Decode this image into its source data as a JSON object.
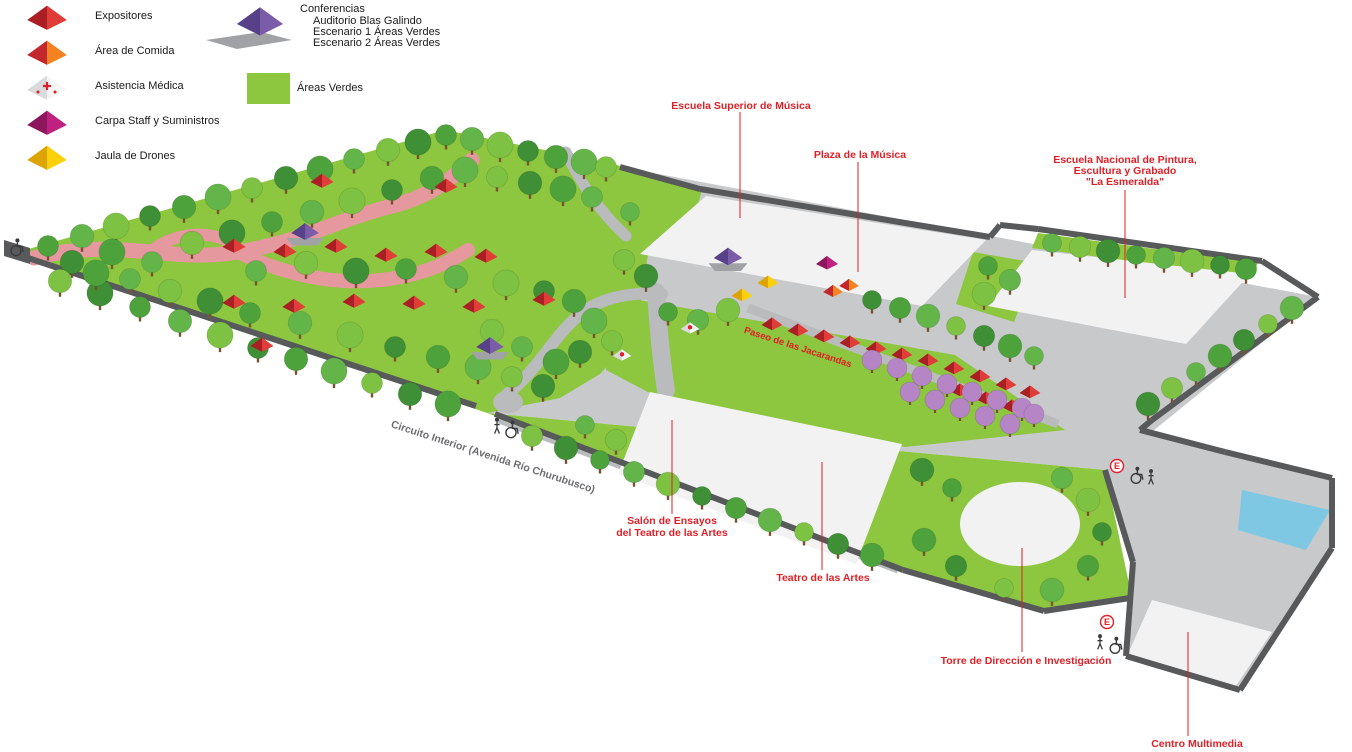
{
  "legend": {
    "items": [
      {
        "id": "expositores",
        "label": "Expositores",
        "color_light": "#e03c38",
        "color_dark": "#aa1f24"
      },
      {
        "id": "area-comida",
        "label": "Área de Comida",
        "color_light": "#f58220",
        "color_dark": "#c1272d"
      },
      {
        "id": "asistencia-medica",
        "label": "Asistencia Médica",
        "color_light": "#f5f5f5",
        "color_dark": "#d9dadb",
        "cross_color": "#e01f26"
      },
      {
        "id": "carpa-staff",
        "label": "Carpa Staff y Suministros",
        "color_light": "#c0207f",
        "color_dark": "#8c175d"
      },
      {
        "id": "jaula-drones",
        "label": "Jaula de Drones",
        "color_light": "#fdd10a",
        "color_dark": "#dca405"
      }
    ],
    "conferencias": {
      "title": "Conferencias",
      "lines": [
        "Auditorio Blas Galindo",
        "Escenario 1 Áreas Verdes",
        "Escenario 2 Áreas Verdes"
      ],
      "color_light": "#7a5ca8",
      "color_dark": "#57428a",
      "stage_color": "#a0a2a5"
    },
    "areas_verdes": {
      "label": "Áreas Verdes",
      "color": "#8dc63f"
    }
  },
  "map": {
    "labels": {
      "escuela_musica": "Escuela Superior de Música",
      "plaza_musica": "Plaza de la Música",
      "esmeralda": [
        "Escuela Nacional de Pintura,",
        "Escultura y Grabado",
        "\"La Esmeralda\""
      ],
      "paseo": "Paseo de las Jacarandas",
      "salon": [
        "Salón de Ensayos",
        "del Teatro de las Artes"
      ],
      "teatro": "Teatro de las Artes",
      "torre": "Torre de Dirección e Investigación",
      "multimedia": "Centro Multimedia",
      "road": "Circuito Interior (Avenida Río Churubusco)",
      "parking_letter": "E"
    },
    "colors": {
      "grass": "#8dc63f",
      "campus": "#c7c9cb",
      "walk": "#b9bbbd",
      "plaza_white": "#f2f2f3",
      "wall": "#58595b",
      "pool": "#7ec8e3",
      "path_pink": "#e5989e",
      "label_red": "#e01f26",
      "road_gray": "#6d6e71",
      "trunk": "#7a5230",
      "jacaranda": "#b685c6",
      "icon_dark": "#3a3b3c",
      "tree_greens": [
        "#4ea23c",
        "#63b54a",
        "#7dc242",
        "#3e8f35"
      ]
    }
  }
}
